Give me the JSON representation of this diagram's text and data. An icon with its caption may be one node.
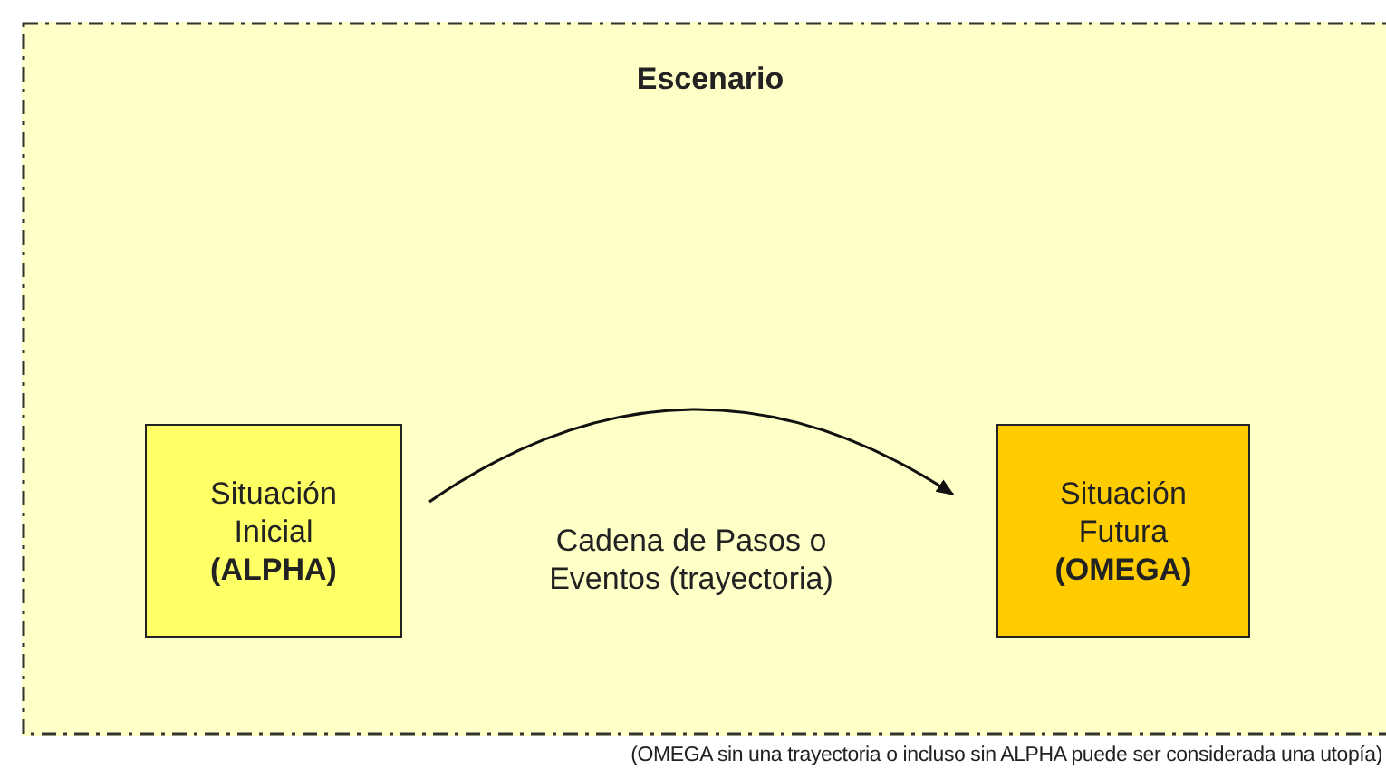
{
  "diagram": {
    "caption": "(OMEGA sin una trayectoria  o incluso sin ALPHA puede  ser considerada  una utopía)",
    "nodes": [
      {
        "text": [
          "Escenario"
        ]
      },
      {
        "text": [
          "Situación Inicial **(ALPHA)**"
        ],
        "in": 0
      },
      {
        "text": [
          "Situación Futura **(OMEGA)**"
        ],
        "in": 0
      }
    ],
    "edges": [
      {
        "from": 1,
        "to": 2,
        "arrow": "to",
        "label": "Cadena de Pasos o Eventos (trayectoria)"
      }
    ]
  }
}
